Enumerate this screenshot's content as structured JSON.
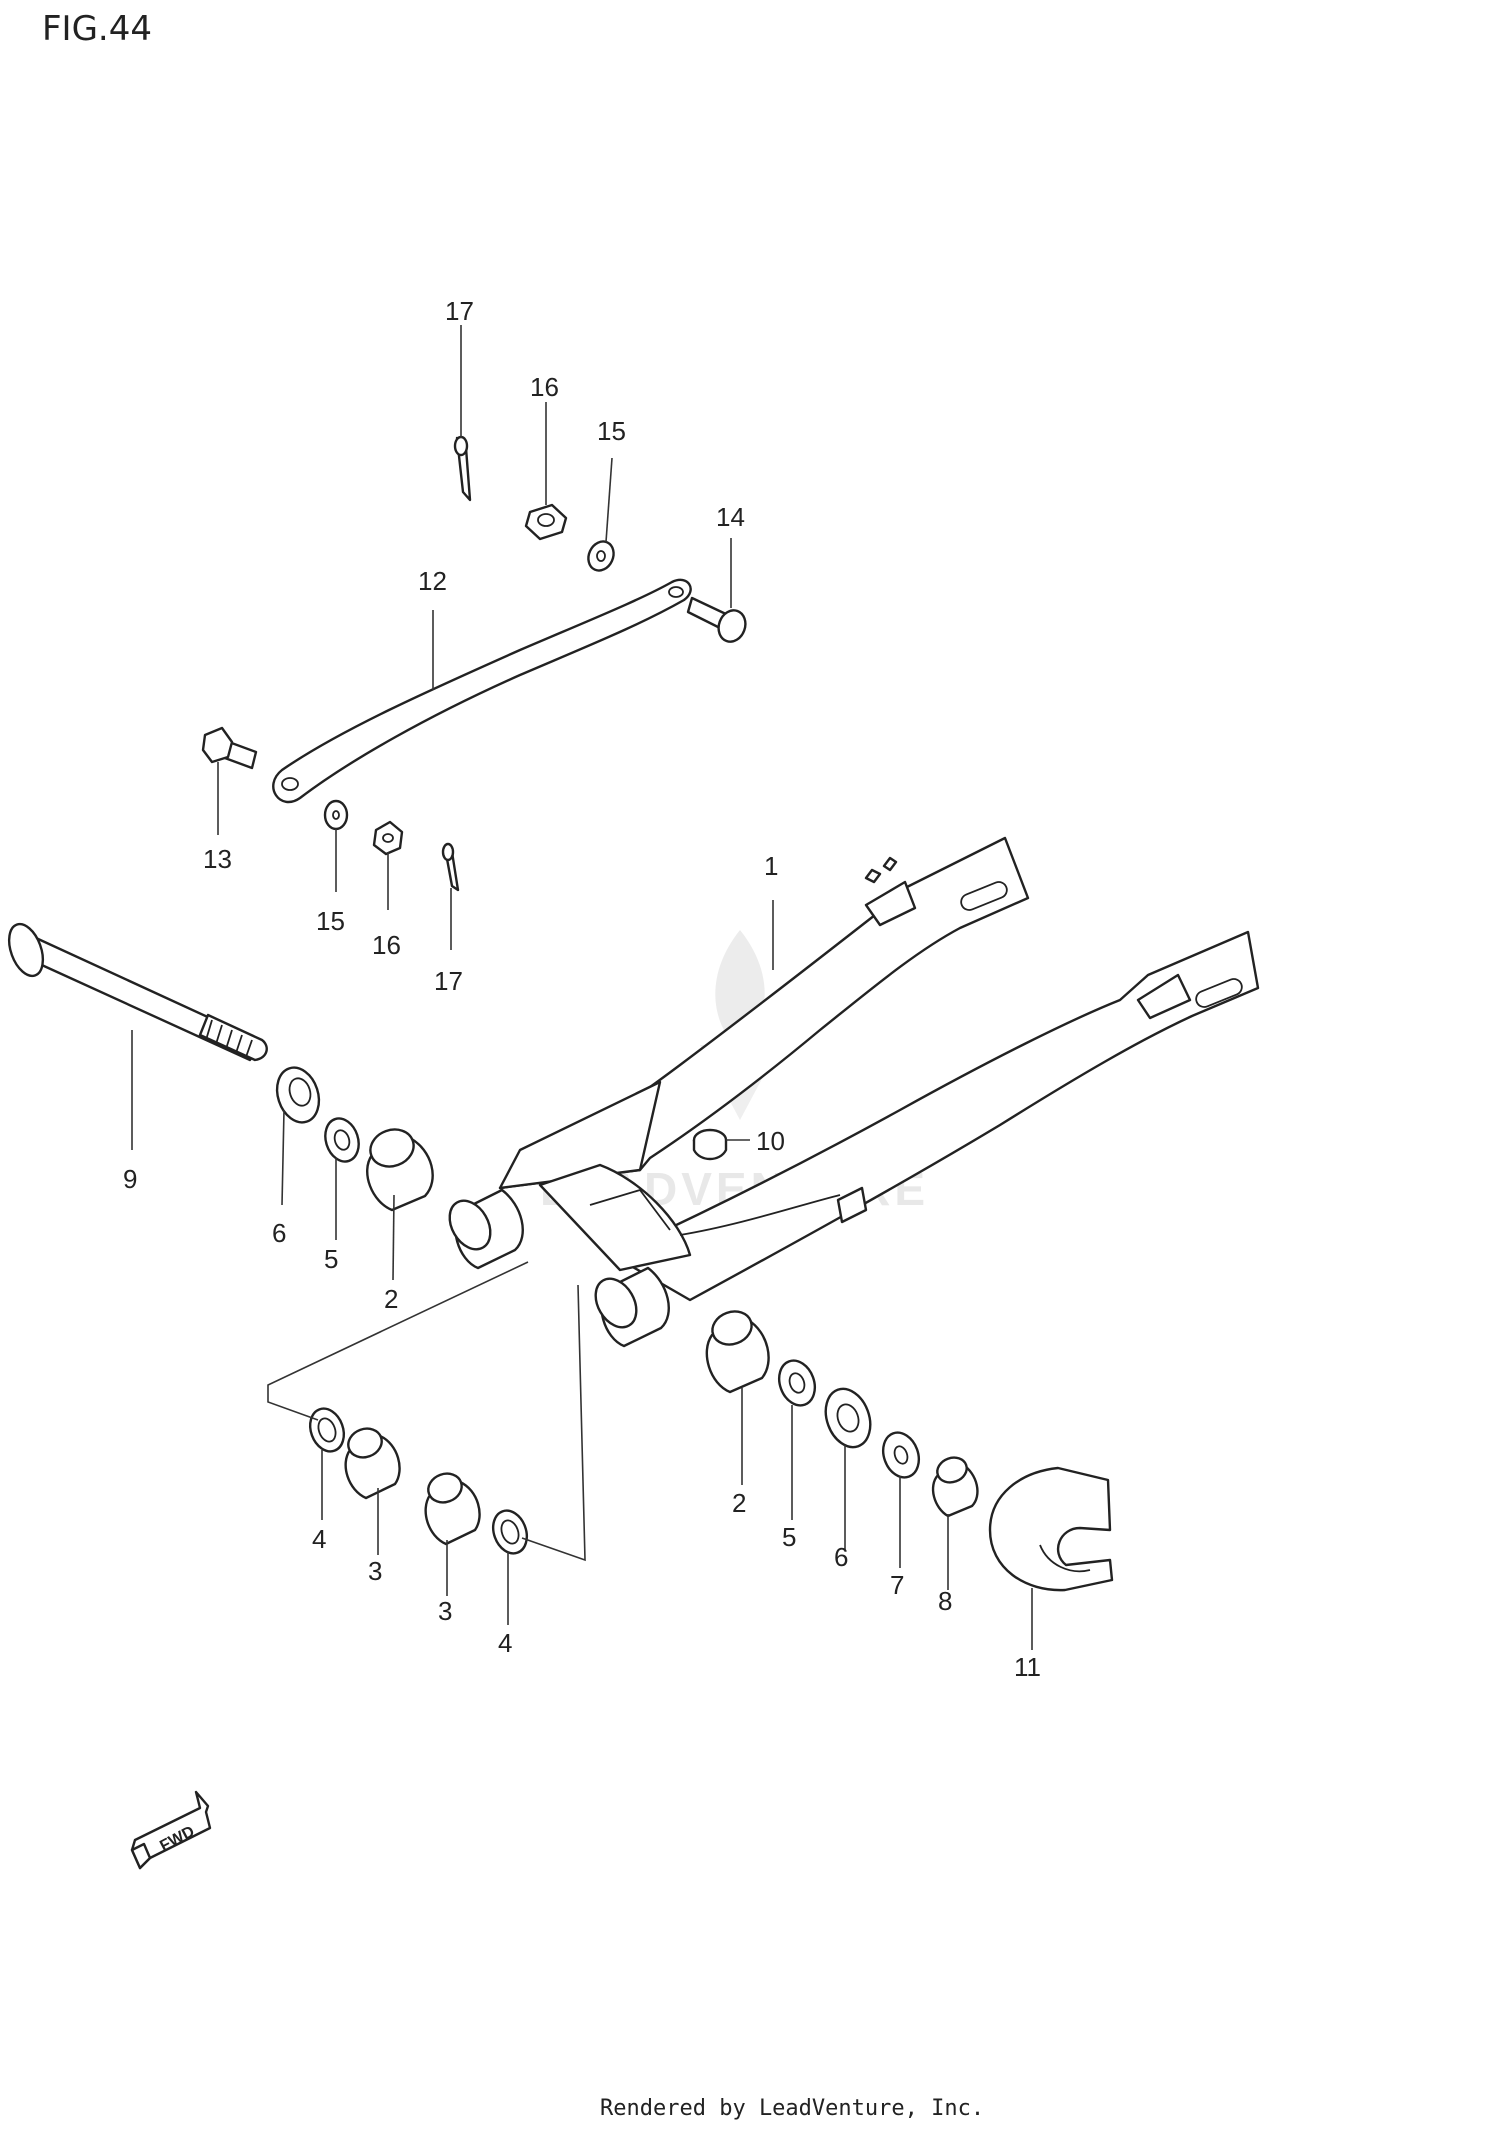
{
  "figure": {
    "title": "FIG.44",
    "footer": "Rendered by LeadVenture, Inc.",
    "watermark": "LEADVENTURE",
    "direction_label": "FWD"
  },
  "callouts": [
    {
      "id": "c17a",
      "label": "17"
    },
    {
      "id": "c16a",
      "label": "16"
    },
    {
      "id": "c15a",
      "label": "15"
    },
    {
      "id": "c14",
      "label": "14"
    },
    {
      "id": "c12",
      "label": "12"
    },
    {
      "id": "c13",
      "label": "13"
    },
    {
      "id": "c15b",
      "label": "15"
    },
    {
      "id": "c16b",
      "label": "16"
    },
    {
      "id": "c17b",
      "label": "17"
    },
    {
      "id": "c1",
      "label": "1"
    },
    {
      "id": "c9",
      "label": "9"
    },
    {
      "id": "c6a",
      "label": "6"
    },
    {
      "id": "c5a",
      "label": "5"
    },
    {
      "id": "c2a",
      "label": "2"
    },
    {
      "id": "c10",
      "label": "10"
    },
    {
      "id": "c4a",
      "label": "4"
    },
    {
      "id": "c3a",
      "label": "3"
    },
    {
      "id": "c3b",
      "label": "3"
    },
    {
      "id": "c4b",
      "label": "4"
    },
    {
      "id": "c2b",
      "label": "2"
    },
    {
      "id": "c5b",
      "label": "5"
    },
    {
      "id": "c6b",
      "label": "6"
    },
    {
      "id": "c7",
      "label": "7"
    },
    {
      "id": "c8",
      "label": "8"
    },
    {
      "id": "c11",
      "label": "11"
    }
  ]
}
